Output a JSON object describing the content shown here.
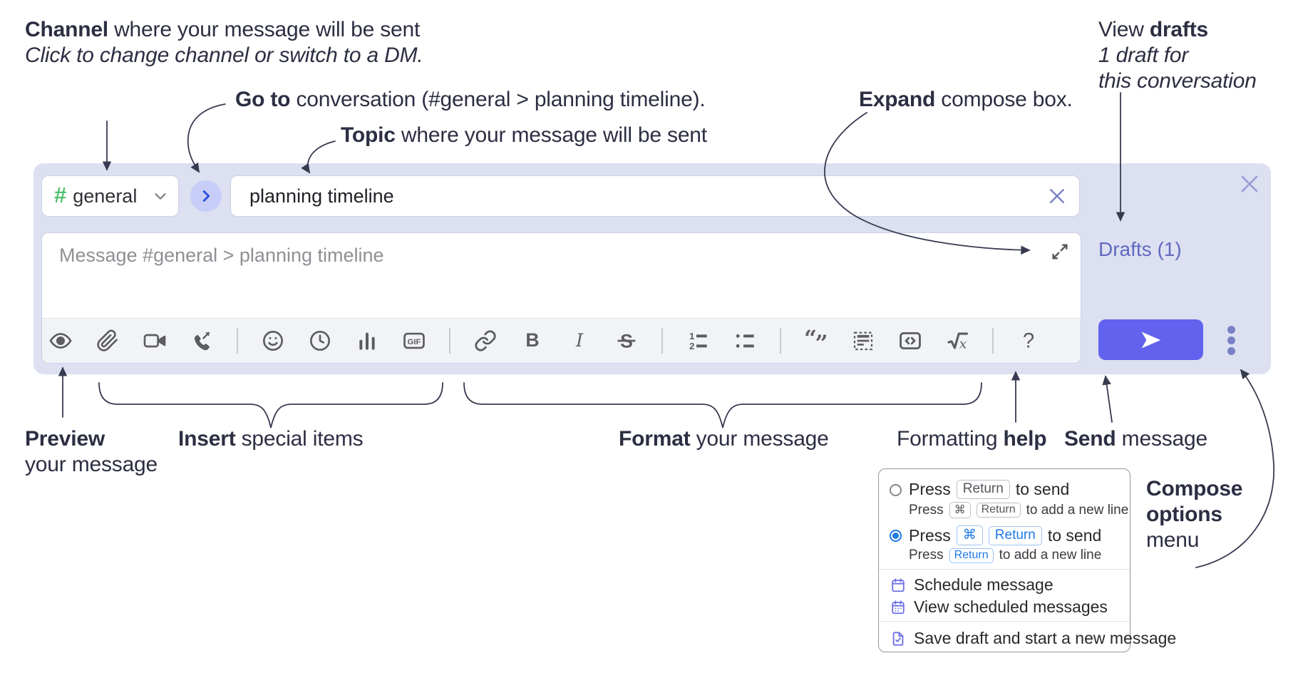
{
  "annotations": {
    "channel": {
      "bold": "Channel",
      "rest": " where your message will be sent",
      "italic": "Click to change channel or switch to a DM."
    },
    "goto": {
      "bold": "Go to",
      "rest": " conversation (#general > planning timeline)."
    },
    "topic": {
      "bold": "Topic",
      "rest": " where your message will be sent"
    },
    "expand": {
      "bold": "Expand",
      "rest": " compose box."
    },
    "view_drafts": {
      "regular": "View ",
      "bold": "drafts",
      "line2": "1 draft for",
      "line3": "this conversation"
    },
    "preview": {
      "bold": "Preview",
      "line2": "your message"
    },
    "insert": {
      "bold": "Insert",
      "rest": " special items"
    },
    "format": {
      "bold": "Format",
      "rest": " your message"
    },
    "help": {
      "regular": "Formatting ",
      "bold": "help"
    },
    "send": {
      "bold": "Send",
      "rest": " message"
    },
    "compose_options": {
      "line1": "Compose",
      "line2": "options",
      "line3": "menu"
    }
  },
  "compose": {
    "channel_selector": {
      "hash": "#",
      "channel_name": "general"
    },
    "topic_input": {
      "value": "planning timeline"
    },
    "message_input": {
      "placeholder": "Message #general > planning timeline"
    },
    "drafts_link": "Drafts (1)",
    "gif_label": "GIF",
    "toolbar_icons": [
      "preview",
      "attach-file",
      "start-video-call",
      "start-voice-call",
      "emoji",
      "global-time",
      "poll",
      "gif",
      "link",
      "bold",
      "italic",
      "strikethrough",
      "numbered-list",
      "bulleted-list",
      "quote",
      "spoiler",
      "code",
      "math",
      "help"
    ]
  },
  "menu": {
    "option1": {
      "pre": "Press",
      "kbd1": "Return",
      "post": "to send",
      "sub_pre": "Press",
      "sub_kbd1": "⌘",
      "sub_kbd2": "Return",
      "sub_post": "to add a new line"
    },
    "option2": {
      "pre": "Press",
      "kbd1": "⌘",
      "kbd2": "Return",
      "post": "to send",
      "sub_pre": "Press",
      "sub_kbd1": "Return",
      "sub_post": "to add a new line"
    },
    "items": [
      "Schedule message",
      "View scheduled messages",
      "Save draft and start a new message"
    ]
  },
  "colors": {
    "container": "#dce0f1",
    "send_button": "#6163ee",
    "hash_green": "#53c06f",
    "link_purple": "#6269c1",
    "radio_blue": "#2079e6",
    "icon_gray": "#5c5d62",
    "annotation_text": "#2c2e42",
    "menu_icon": "#6c70e4"
  }
}
